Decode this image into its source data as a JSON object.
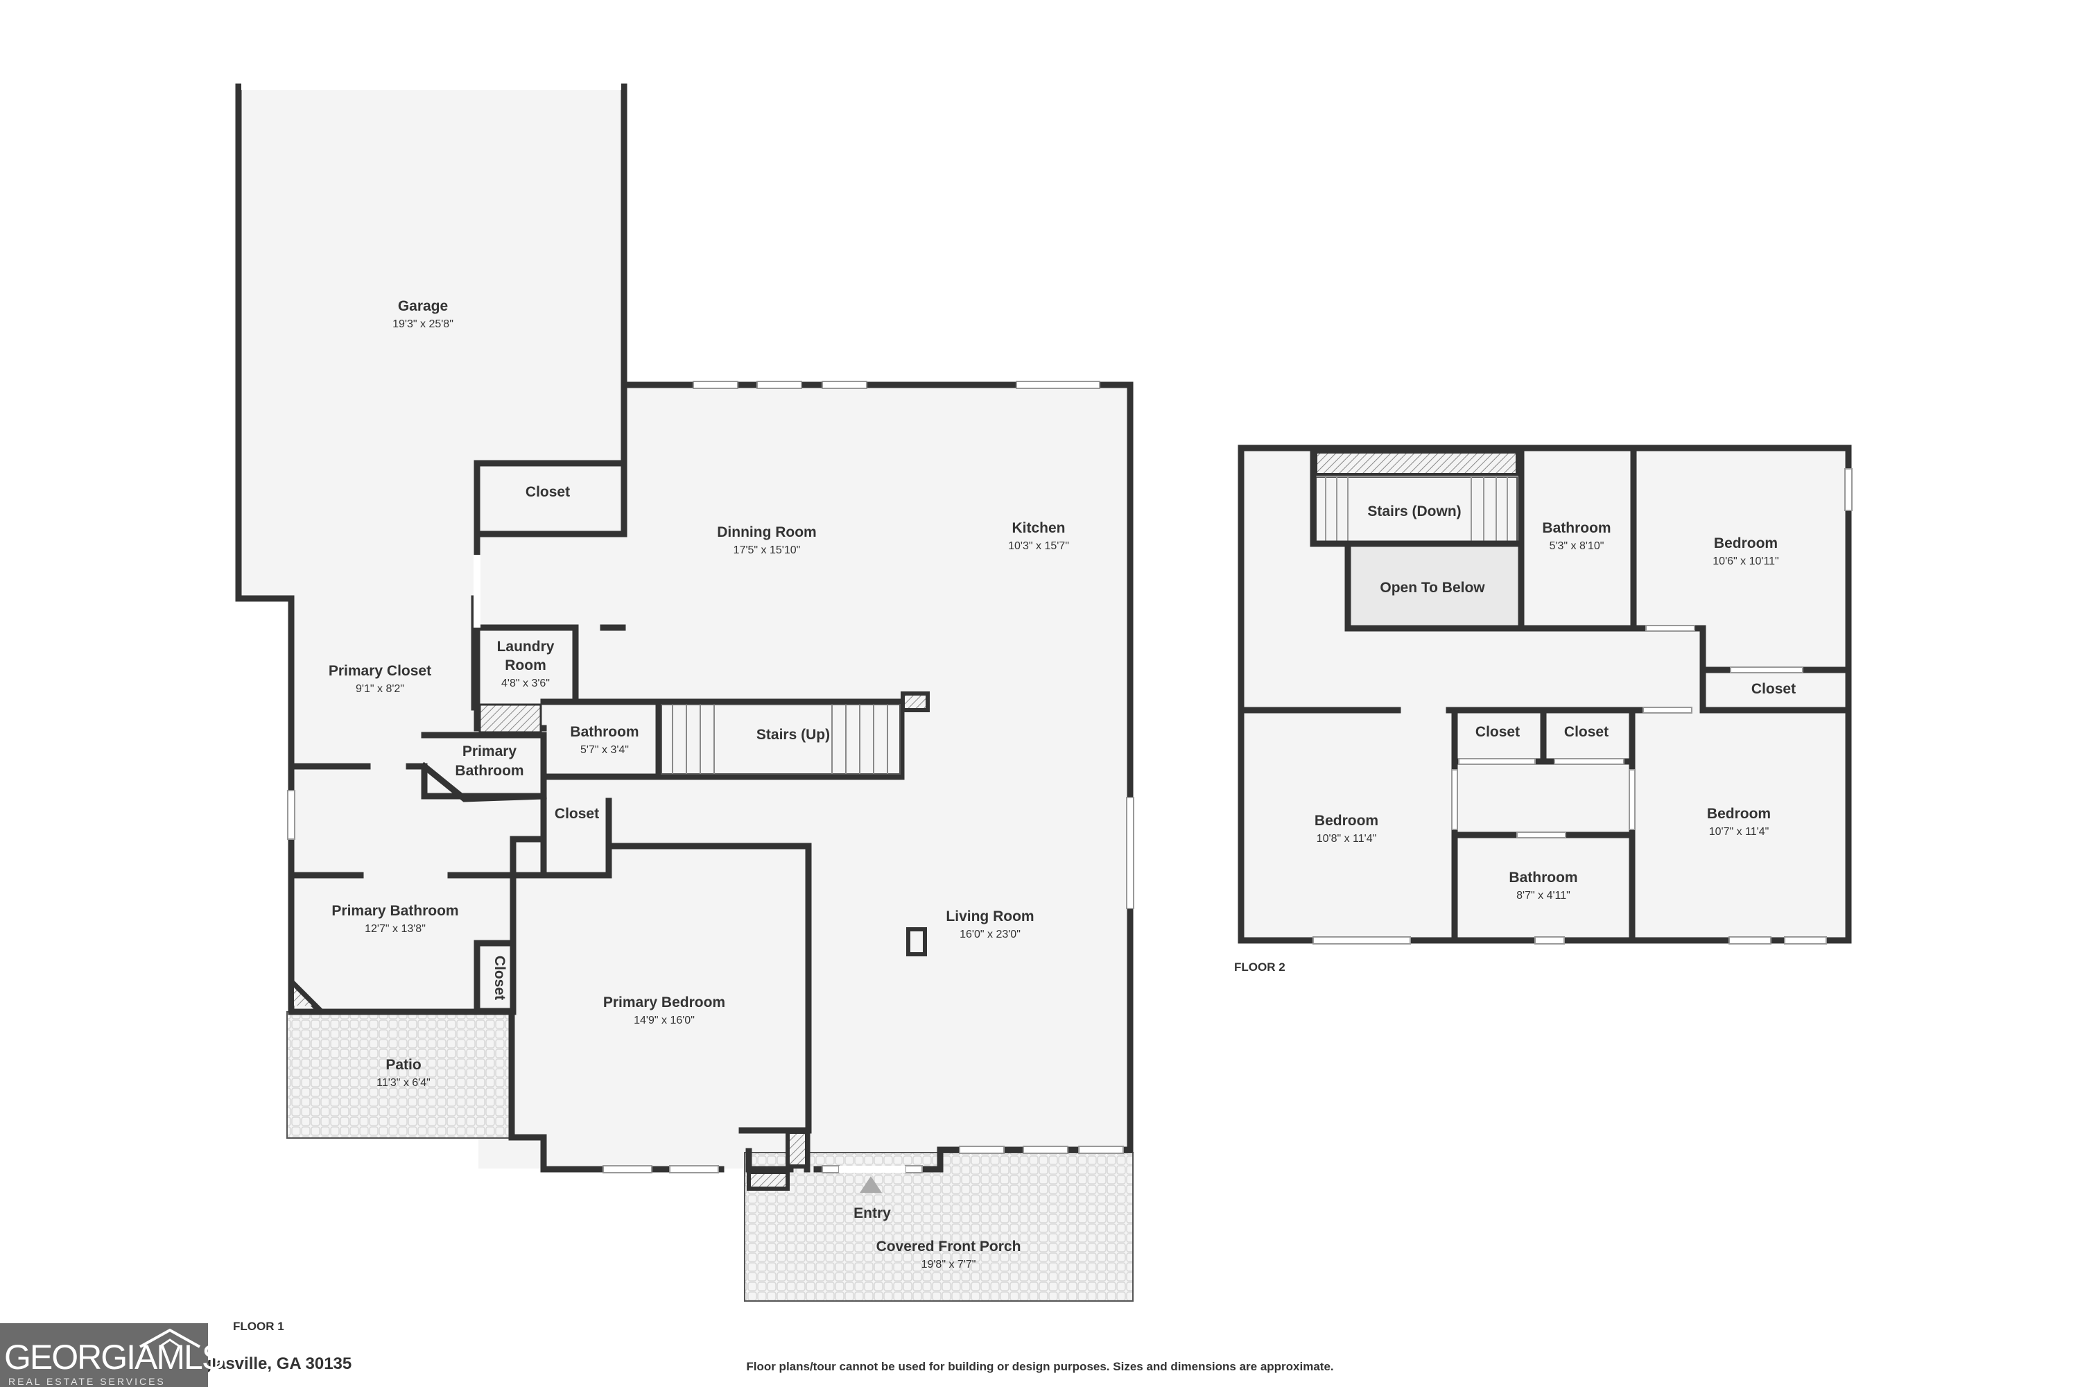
{
  "floor1": {
    "label": "FLOOR 1",
    "rooms": {
      "garage": {
        "name": "Garage",
        "dim": "19'3\" x 25'8\""
      },
      "closet_garage": {
        "name": "Closet"
      },
      "dining": {
        "name": "Dinning Room",
        "dim": "17'5\" x 15'10\""
      },
      "kitchen": {
        "name": "Kitchen",
        "dim": "10'3\" x 15'7\""
      },
      "laundry": {
        "name_1": "Laundry",
        "name_2": "Room",
        "dim": "4'8\" x 3'6\""
      },
      "primary_closet": {
        "name": "Primary Closet",
        "dim": "9'1\" x 8'2\""
      },
      "bathroom": {
        "name": "Bathroom",
        "dim": "5'7\" x 3'4\""
      },
      "stairs_up": {
        "name": "Stairs (Up)"
      },
      "primary_bath_small": {
        "name_1": "Primary",
        "name_2": "Bathroom"
      },
      "closet_hall": {
        "name": "Closet"
      },
      "primary_bathroom": {
        "name": "Primary Bathroom",
        "dim": "12'7\" x 13'8\""
      },
      "closet_vertical": {
        "name": "Closet"
      },
      "living": {
        "name": "Living Room",
        "dim": "16'0\" x 23'0\""
      },
      "primary_bedroom": {
        "name": "Primary Bedroom",
        "dim": "14'9\" x 16'0\""
      },
      "patio": {
        "name": "Patio",
        "dim": "11'3\" x 6'4\""
      },
      "entry": {
        "name": "Entry"
      },
      "porch": {
        "name": "Covered Front Porch",
        "dim": "19'8\" x 7'7\""
      }
    }
  },
  "floor2": {
    "label": "FLOOR 2",
    "rooms": {
      "stairs_down": {
        "name": "Stairs (Down)"
      },
      "open_below": {
        "name": "Open To Below"
      },
      "bathroom_top": {
        "name": "Bathroom",
        "dim": "5'3\" x 8'10\""
      },
      "bedroom_ne": {
        "name": "Bedroom",
        "dim": "10'6\" x 10'11\""
      },
      "closet_ne": {
        "name": "Closet"
      },
      "closet_a": {
        "name": "Closet"
      },
      "closet_b": {
        "name": "Closet"
      },
      "bedroom_w": {
        "name": "Bedroom",
        "dim": "10'8\" x 11'4\""
      },
      "bathroom_bottom": {
        "name": "Bathroom",
        "dim": "8'7\" x 4'11\""
      },
      "bedroom_e": {
        "name": "Bedroom",
        "dim": "10'7\" x 11'4\""
      }
    }
  },
  "footer": {
    "address": "uglasville, GA 30135",
    "disclaimer": "Floor plans/tour cannot be used for building or design purposes. Sizes and dimensions are approximate."
  },
  "logo": {
    "brand": "GEORGIAMLS",
    "subtitle": "REAL ESTATE SERVICES"
  },
  "colors": {
    "wall": "#333333",
    "floor": "#f4f4f4",
    "hatch": "#bbbbbb",
    "logo_bg": "#6b6b6b"
  }
}
